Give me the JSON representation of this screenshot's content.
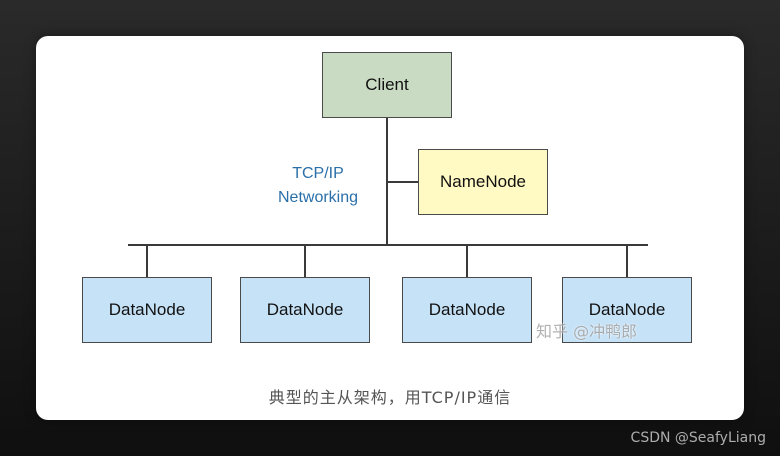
{
  "nodes": {
    "client": "Client",
    "namenode": "NameNode",
    "datanodes": [
      "DataNode",
      "DataNode",
      "DataNode",
      "DataNode"
    ]
  },
  "network_label": {
    "line1": "TCP/IP",
    "line2": "Networking"
  },
  "caption": "典型的主从架构，用TCP/IP通信",
  "watermark_text": "知乎 @冲鸭郎",
  "site_credit": "CSDN @SeafyLiang",
  "colors": {
    "client_fill": "#c9dcc3",
    "namenode_fill": "#fff9c4",
    "datanode_fill": "#c6e2f7",
    "network_label": "#2a6fa8",
    "connector": "#3a3a3a"
  }
}
